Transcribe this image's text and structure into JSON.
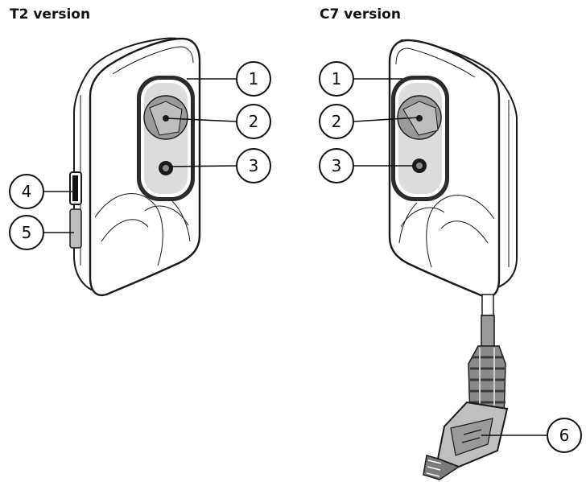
{
  "titles": {
    "t2": "T2 version",
    "c7": "C7 version"
  },
  "t2_callouts": [
    "1",
    "2",
    "3",
    "4",
    "5"
  ],
  "c7_callouts": [
    "1",
    "2",
    "3",
    "6"
  ]
}
